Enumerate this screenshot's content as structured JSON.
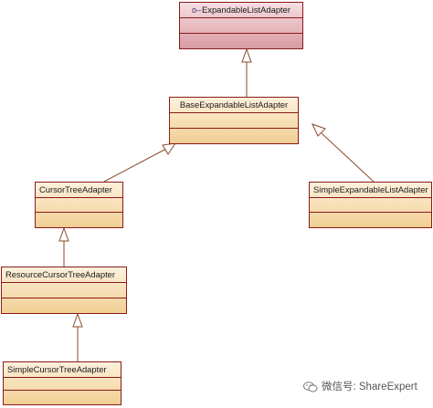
{
  "diagram": {
    "classes": {
      "expandable_list_adapter": {
        "name": "ExpandableListAdapter",
        "icon": "interface-lollipop-icon"
      },
      "base_expandable_list_adapter": {
        "name": "BaseExpandableListAdapter"
      },
      "cursor_tree_adapter": {
        "name": "CursorTreeAdapter"
      },
      "simple_expandable_list_adapter": {
        "name": "SimpleExpandableListAdapter"
      },
      "resource_cursor_tree_adapter": {
        "name": "ResourceCursorTreeAdapter"
      },
      "simple_cursor_tree_adapter": {
        "name": "SimpleCursorTreeAdapter"
      }
    },
    "relations": [
      {
        "from": "BaseExpandableListAdapter",
        "to": "ExpandableListAdapter",
        "type": "realization"
      },
      {
        "from": "CursorTreeAdapter",
        "to": "BaseExpandableListAdapter",
        "type": "generalization"
      },
      {
        "from": "SimpleExpandableListAdapter",
        "to": "BaseExpandableListAdapter",
        "type": "generalization"
      },
      {
        "from": "ResourceCursorTreeAdapter",
        "to": "CursorTreeAdapter",
        "type": "generalization"
      },
      {
        "from": "SimpleCursorTreeAdapter",
        "to": "ResourceCursorTreeAdapter",
        "type": "generalization"
      }
    ]
  },
  "watermark": {
    "text": "微信号: ShareExpert",
    "icon": "wechat-icon"
  },
  "colors": {
    "border": "#8a1a1a",
    "class_fill": "#f1cf93",
    "interface_fill": "#d99aa2",
    "edge": "#8a4a2a"
  }
}
